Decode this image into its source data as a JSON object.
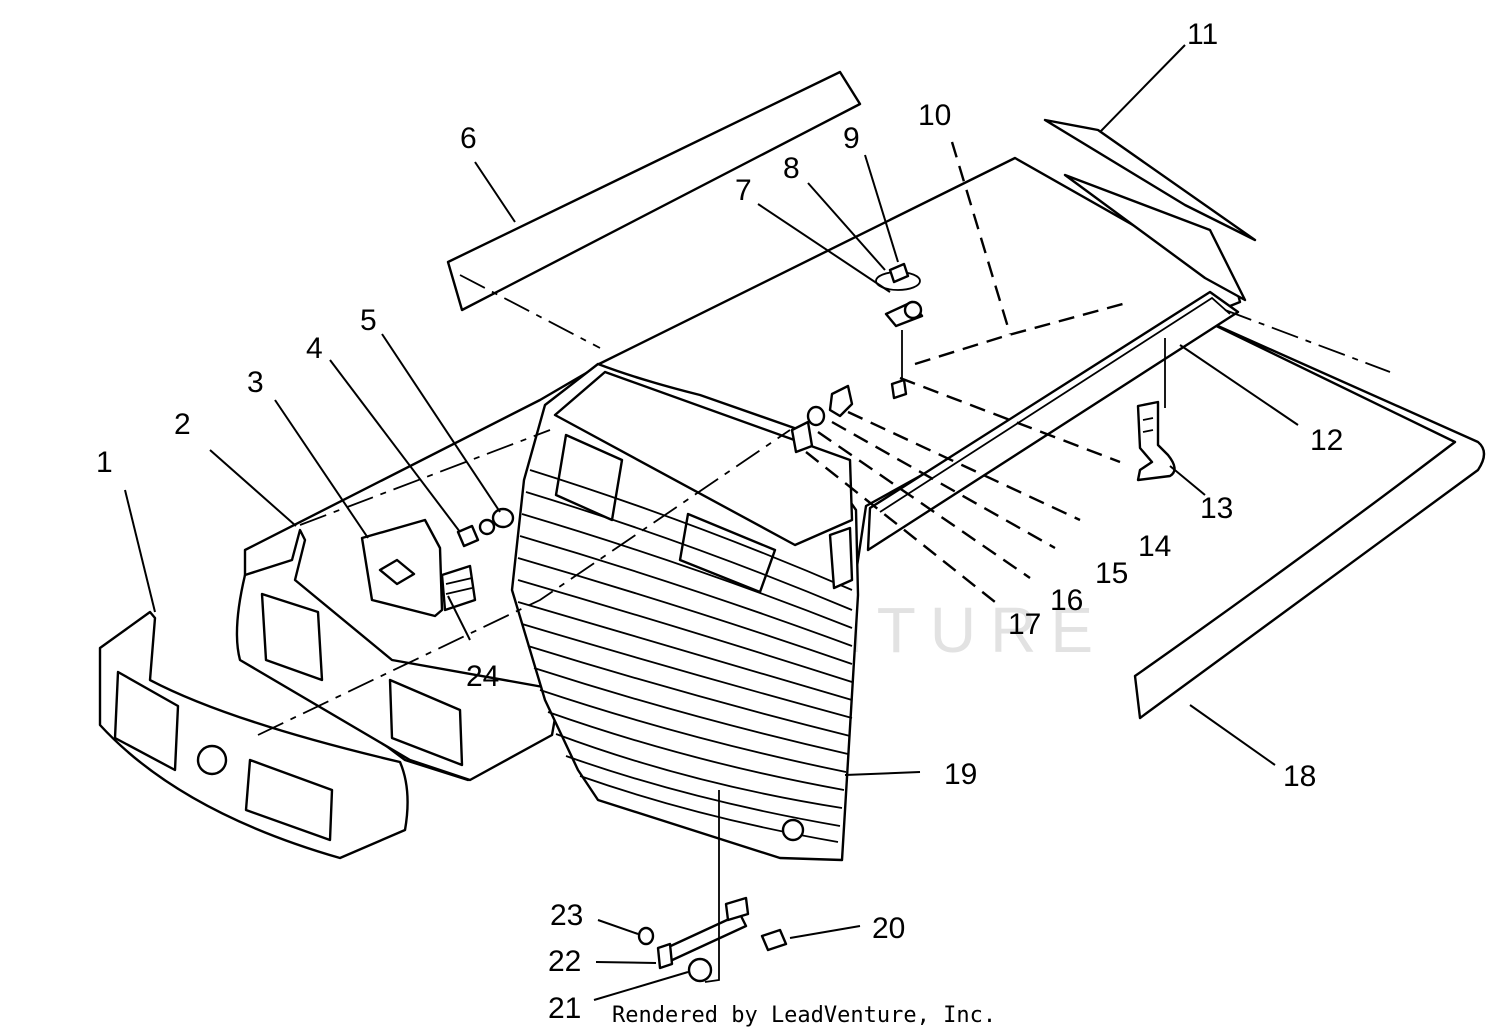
{
  "callouts": [
    {
      "label": "1"
    },
    {
      "label": "2"
    },
    {
      "label": "3"
    },
    {
      "label": "4"
    },
    {
      "label": "5"
    },
    {
      "label": "6"
    },
    {
      "label": "7"
    },
    {
      "label": "8"
    },
    {
      "label": "9"
    },
    {
      "label": "10"
    },
    {
      "label": "11"
    },
    {
      "label": "12"
    },
    {
      "label": "13"
    },
    {
      "label": "14"
    },
    {
      "label": "15"
    },
    {
      "label": "16"
    },
    {
      "label": "17"
    },
    {
      "label": "18"
    },
    {
      "label": "19"
    },
    {
      "label": "20"
    },
    {
      "label": "21"
    },
    {
      "label": "22"
    },
    {
      "label": "23"
    },
    {
      "label": "24"
    }
  ],
  "footer": {
    "credit": "Rendered by LeadVenture, Inc."
  },
  "watermark": {
    "text": "LEADVENTURE"
  },
  "colors": {
    "line": "#000000",
    "background": "#ffffff",
    "watermark": "#e2e2e2"
  }
}
